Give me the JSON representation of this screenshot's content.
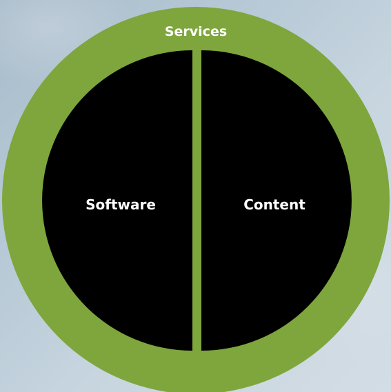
{
  "diagram": {
    "outer_ring": {
      "label": "Services",
      "color": "#7ea63d"
    },
    "left_half": {
      "label": "Software",
      "color": "#000000"
    },
    "right_half": {
      "label": "Content",
      "color": "#000000"
    },
    "label_color": "#ffffff"
  }
}
